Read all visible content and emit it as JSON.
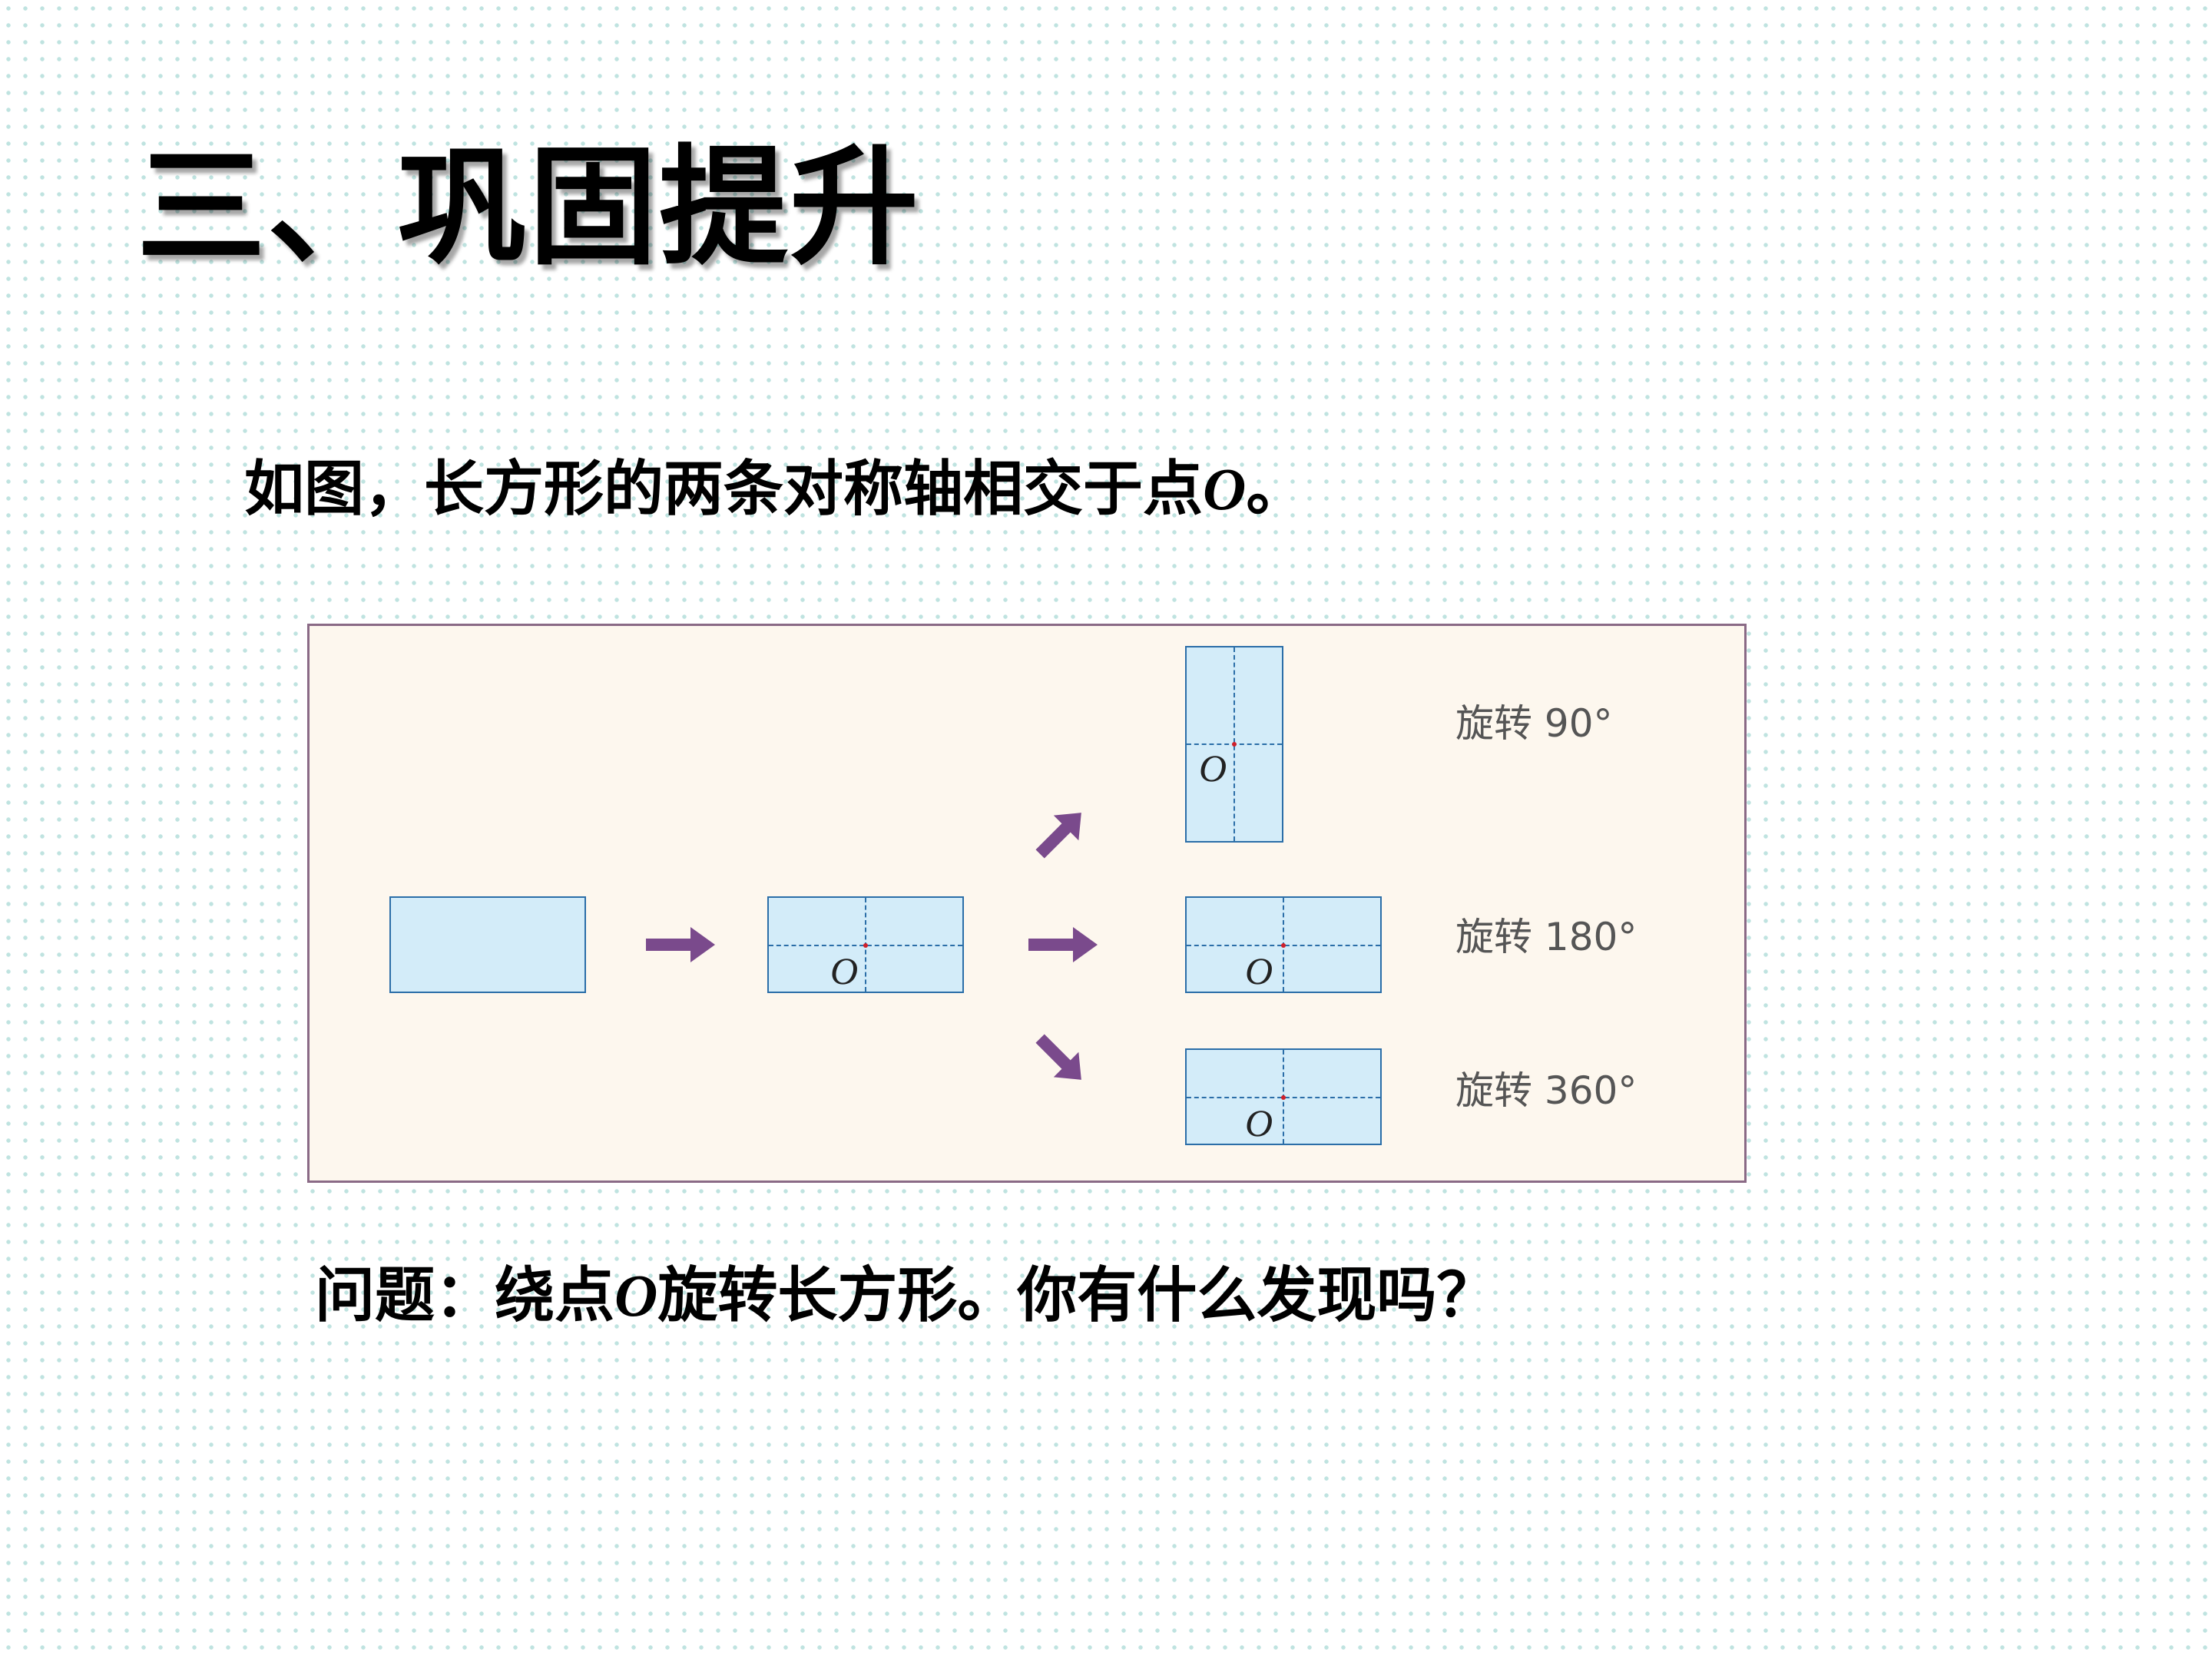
{
  "page": {
    "title": "三、巩固提升",
    "intro_text": "如图，长方形的两条对称轴相交于点",
    "intro_point": "O",
    "intro_end": "。",
    "question_text": "问题：绕点",
    "question_point": "O",
    "question_end": "旋转长方形。你有什么发现吗？"
  },
  "diagram": {
    "point_label": "O",
    "rotations": [
      {
        "label": "旋转 90°"
      },
      {
        "label": "旋转 180°"
      },
      {
        "label": "旋转 360°"
      }
    ]
  },
  "colors": {
    "rect_fill": "#d3ecf9",
    "rect_border": "#2b6ea8",
    "arrow": "#7a4a8c",
    "panel_bg": "#fdf7ee",
    "center_dot": "#d0202a"
  }
}
